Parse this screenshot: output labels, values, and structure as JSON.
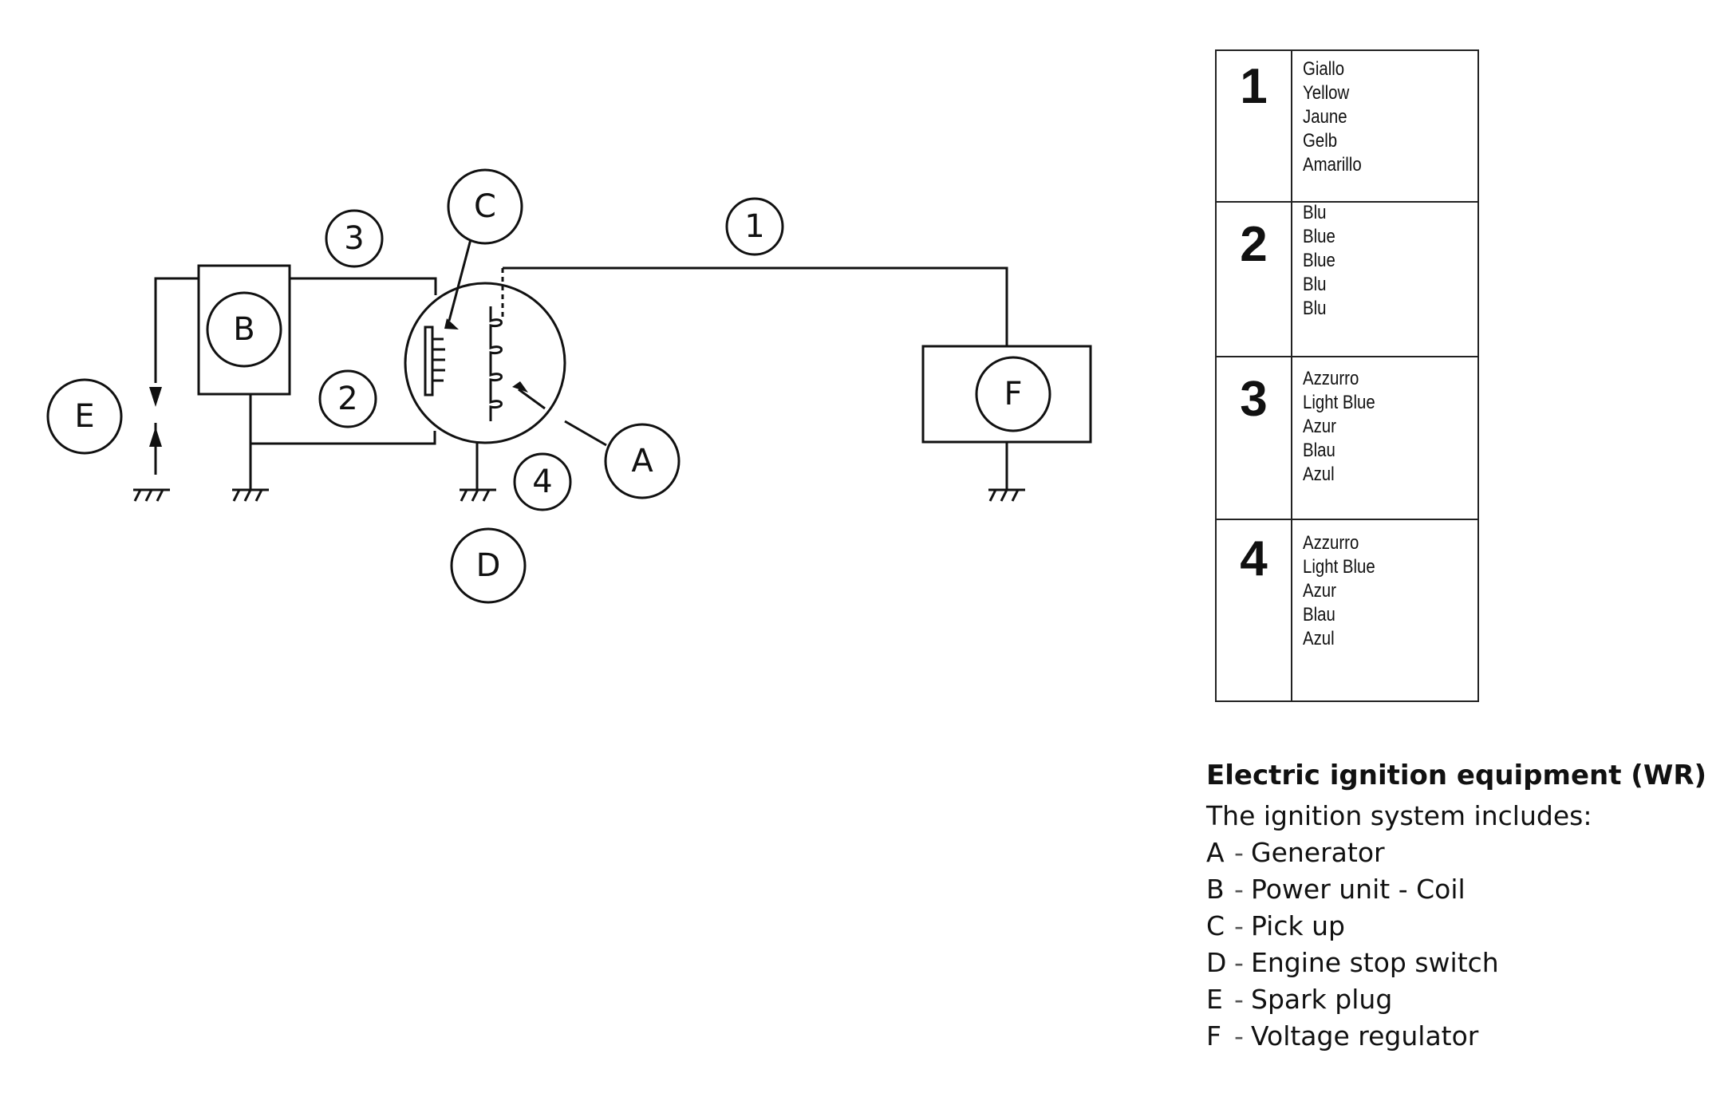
{
  "diagram": {
    "components": [
      {
        "id": "A",
        "label": "A"
      },
      {
        "id": "B",
        "label": "B"
      },
      {
        "id": "C",
        "label": "C"
      },
      {
        "id": "D",
        "label": "D"
      },
      {
        "id": "E",
        "label": "E"
      },
      {
        "id": "F",
        "label": "F"
      }
    ],
    "wires": [
      {
        "id": "1",
        "label": "1"
      },
      {
        "id": "2",
        "label": "2"
      },
      {
        "id": "3",
        "label": "3"
      },
      {
        "id": "4",
        "label": "4"
      }
    ]
  },
  "color_table": [
    {
      "number": "1",
      "names": [
        "Giallo",
        "Yellow",
        "Jaune",
        "Gelb",
        "Amarillo"
      ]
    },
    {
      "number": "2",
      "names": [
        "Blu",
        "Blue",
        "Blue",
        "Blu",
        "Blu"
      ]
    },
    {
      "number": "3",
      "names": [
        "Azzurro",
        "Light Blue",
        "Azur",
        "Blau",
        "Azul"
      ]
    },
    {
      "number": "4",
      "names": [
        "Azzurro",
        "Light Blue",
        "Azur",
        "Blau",
        "Azul"
      ]
    }
  ],
  "caption": {
    "title": "Electric ignition equipment (WR)",
    "intro": "The ignition system includes:",
    "legend": [
      {
        "letter": "A",
        "text": "Generator"
      },
      {
        "letter": "B",
        "text": "Power unit - Coil"
      },
      {
        "letter": "C",
        "text": "Pick up"
      },
      {
        "letter": "D",
        "text": "Engine stop switch"
      },
      {
        "letter": "E",
        "text": "Spark plug"
      },
      {
        "letter": "F",
        "text": "Voltage regulator"
      }
    ]
  }
}
